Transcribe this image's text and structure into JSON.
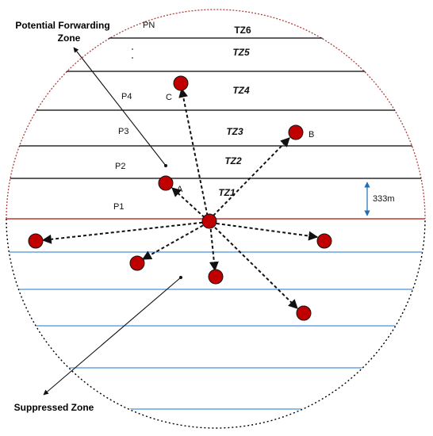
{
  "forwarding_zone": {
    "title_line1": "Potential Forwarding",
    "title_line2": "Zone"
  },
  "suppressed_zone": {
    "title": "Suppressed Zone"
  },
  "transmission_zones": [
    "TZ1",
    "TZ2",
    "TZ3",
    "TZ4",
    "TZ5",
    "TZ6"
  ],
  "priority_labels": [
    "P1",
    "P2",
    "P3",
    "P4",
    "PN"
  ],
  "nodes": {
    "a": "A",
    "b": "B",
    "c": "C"
  },
  "band_width": "333m",
  "colors": {
    "boundary_line": "#c0392b",
    "forward_circle": "#b0413e",
    "suppressed_lines": "#4a90d9",
    "node_fill": "#c00000",
    "arrow_line": "#111111",
    "dimension_arrow": "#1e6fb5"
  }
}
